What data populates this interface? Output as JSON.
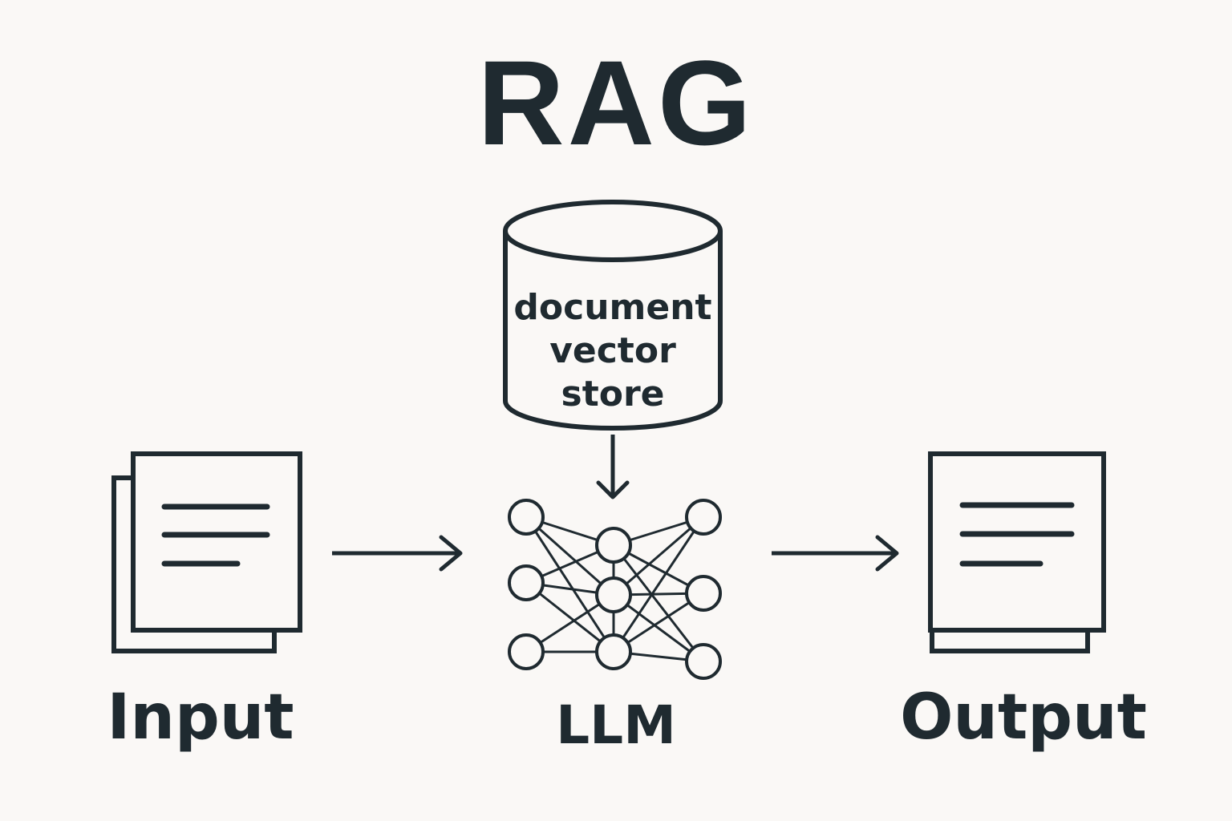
{
  "title": "RAG",
  "store": {
    "lines": [
      "document",
      "vector",
      "store"
    ]
  },
  "nodes": {
    "input_label": "Input",
    "llm_label": "LLM",
    "output_label": "Output"
  },
  "icons": {
    "store": "database-cylinder-icon",
    "input": "document-stack-icon",
    "llm": "neural-network-icon",
    "output": "document-stack-icon"
  },
  "colors": {
    "ink": "#1f2a30",
    "background": "#faf8f6"
  }
}
